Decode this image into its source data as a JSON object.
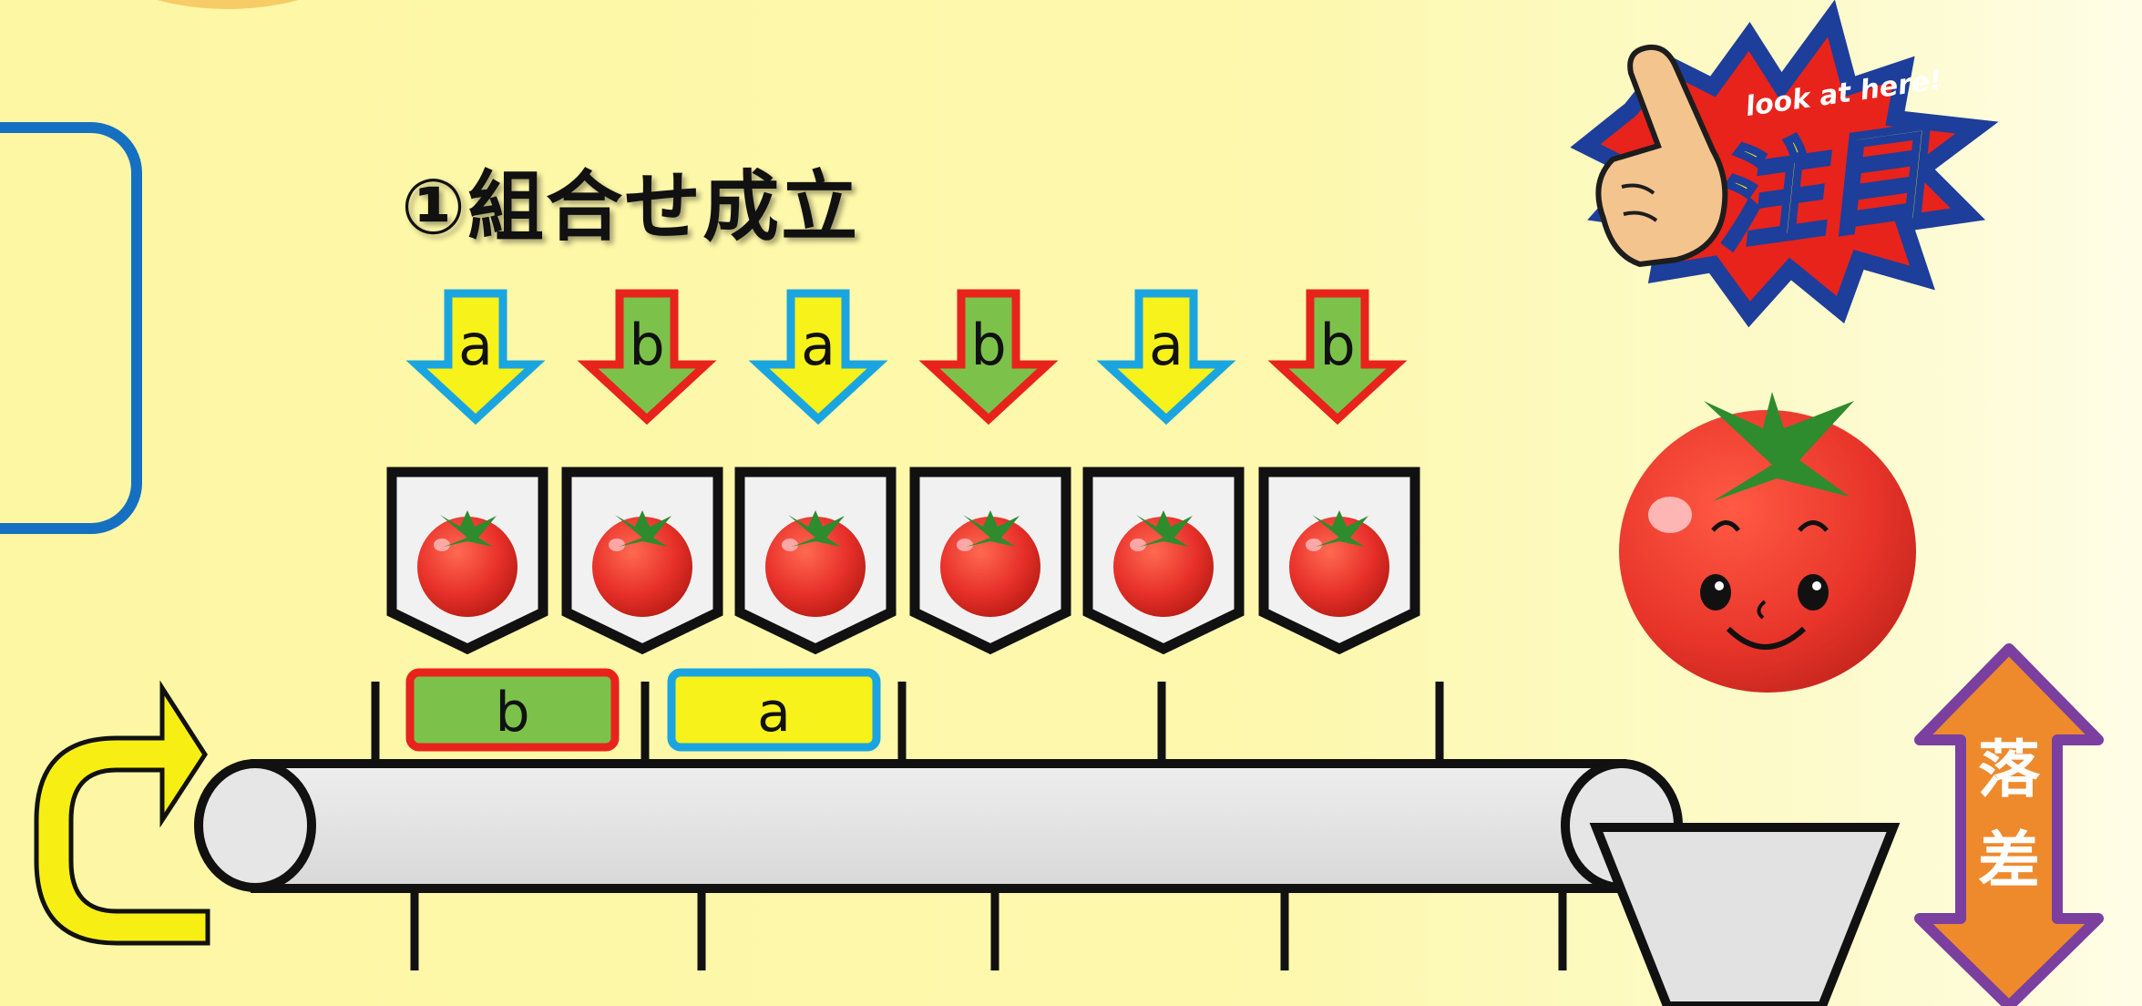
{
  "title": "①組合せ成立",
  "arrows": [
    "a",
    "b",
    "a",
    "b",
    "a",
    "b"
  ],
  "hoppers": 6,
  "conveyor_items": [
    "b",
    "a"
  ],
  "badge": {
    "sub": "look at here!",
    "main": "注目"
  },
  "side_label": [
    "落",
    "差"
  ],
  "colors": {
    "a_fill": "#f7f21a",
    "a_border": "#1aa5e0",
    "b_fill": "#7cc24a",
    "b_border": "#e8231c",
    "tomato": "#e8312a",
    "leaf": "#2e8b2e",
    "belt": "#e3e3e3",
    "return_arrow": "#f7ef14",
    "drop_arrow_fill": "#ee8a2c",
    "drop_arrow_border": "#7b3fa0",
    "panel_border": "#1570c2"
  }
}
